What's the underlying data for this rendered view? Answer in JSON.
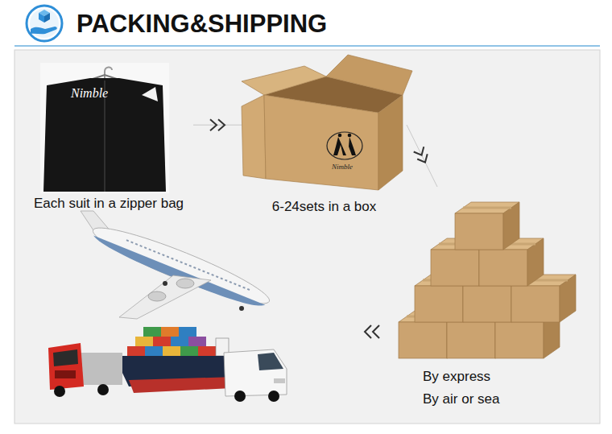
{
  "diagram": {
    "title": "PACKING&SHIPPING",
    "nodes": [
      {
        "text": [
          "Each suit in a zipper bag"
        ]
      },
      {
        "text": [
          "6-24sets in a box"
        ]
      },
      {
        "text": [
          "By express",
          "By air or sea"
        ]
      }
    ],
    "edges": [
      {
        "from": 0,
        "to": 1,
        "arrow": "to"
      },
      {
        "from": 1,
        "to": 2,
        "arrow": "to"
      }
    ],
    "labels": [
      "Nimble",
      "Nimble"
    ]
  }
}
